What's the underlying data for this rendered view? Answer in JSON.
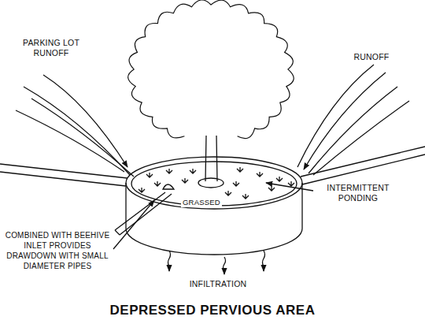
{
  "diagram": {
    "title": "DEPRESSED PERVIOUS AREA",
    "labels": [
      "PARKING LOT RUNOFF",
      "RUNOFF",
      "COMBINED WITH BEEHIVE INLET PROVIDES DRAWDOWN WITH SMALL DIAMETER PIPES",
      "GRASSED",
      "INTERMITTENT PONDING",
      "INFILTRATION"
    ]
  }
}
